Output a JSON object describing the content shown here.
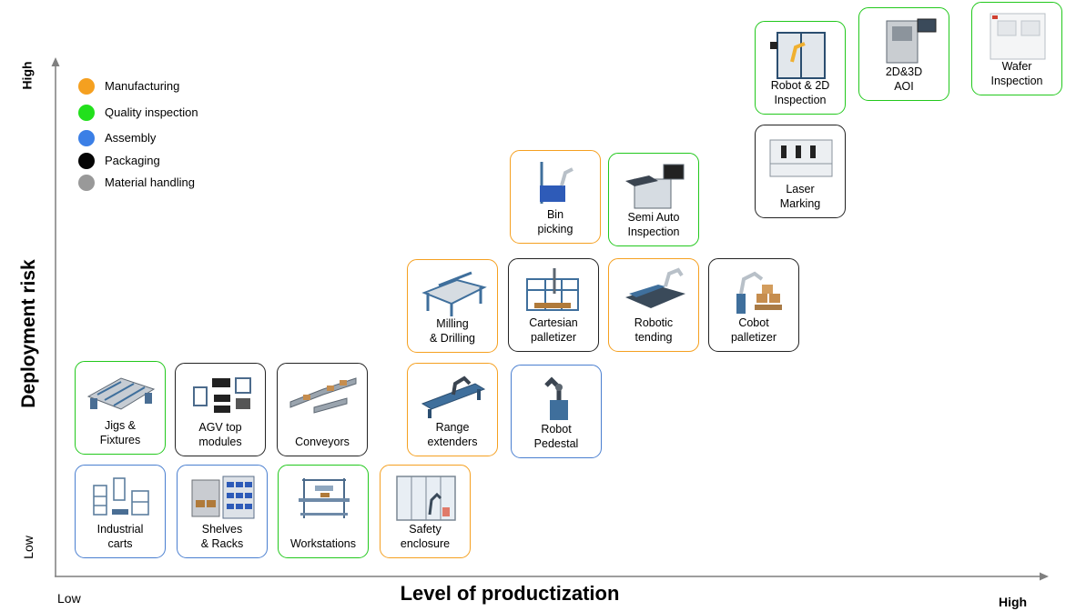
{
  "axes": {
    "y_title": "Deployment risk",
    "x_title": "Level of productization",
    "y_high": "High",
    "y_low": "Low",
    "x_low": "Low",
    "x_high": "High"
  },
  "legend": [
    {
      "label": "Manufacturing",
      "color": "#f5a020"
    },
    {
      "label": "Quality inspection",
      "color": "#22e01c"
    },
    {
      "label": "Assembly",
      "color": "#3b7fe6"
    },
    {
      "label": "Packaging",
      "color": "#050505"
    },
    {
      "label": "Material handling",
      "color": "#999999"
    }
  ],
  "colors": {
    "manufacturing": "#f5a020",
    "quality": "#22c81c",
    "assembly": "#4a7fd0",
    "packaging": "#222222"
  },
  "cards": [
    {
      "label": "Industrial\ncarts",
      "category": "assembly",
      "icon": "industrial-carts-icon"
    },
    {
      "label": "Shelves\n& Racks",
      "category": "assembly",
      "icon": "shelves-racks-icon"
    },
    {
      "label": "Workstations",
      "category": "quality",
      "icon": "workstation-icon"
    },
    {
      "label": "Safety\nenclosure",
      "category": "manufacturing",
      "icon": "safety-enclosure-icon"
    },
    {
      "label": "Jigs &\nFixtures",
      "category": "quality",
      "icon": "jig-fixture-icon"
    },
    {
      "label": "AGV top\nmodules",
      "category": "packaging",
      "icon": "agv-module-icon"
    },
    {
      "label": "Conveyors",
      "category": "packaging",
      "icon": "conveyor-icon"
    },
    {
      "label": "Range\nextenders",
      "category": "manufacturing",
      "icon": "range-extender-icon"
    },
    {
      "label": "Robot\nPedestal",
      "category": "assembly",
      "icon": "robot-pedestal-icon"
    },
    {
      "label": "Milling\n& Drilling",
      "category": "manufacturing",
      "icon": "milling-drilling-icon"
    },
    {
      "label": "Cartesian\npalletizer",
      "category": "packaging",
      "icon": "cartesian-palletizer-icon"
    },
    {
      "label": "Robotic\ntending",
      "category": "manufacturing",
      "icon": "robotic-tending-icon"
    },
    {
      "label": "Cobot\npalletizer",
      "category": "packaging",
      "icon": "cobot-palletizer-icon"
    },
    {
      "label": "Bin\npicking",
      "category": "manufacturing",
      "icon": "bin-picking-icon"
    },
    {
      "label": "Semi Auto\nInspection",
      "category": "quality",
      "icon": "semi-auto-inspection-icon"
    },
    {
      "label": "Laser\nMarking",
      "category": "packaging",
      "icon": "laser-marking-icon"
    },
    {
      "label": "Robot  & 2D\nInspection",
      "category": "quality",
      "icon": "robot-2d-inspection-icon"
    },
    {
      "label": "2D&3D\nAOI",
      "category": "quality",
      "icon": "aoi-machine-icon"
    },
    {
      "label": "Wafer\nInspection",
      "category": "quality",
      "icon": "wafer-inspection-icon"
    }
  ]
}
